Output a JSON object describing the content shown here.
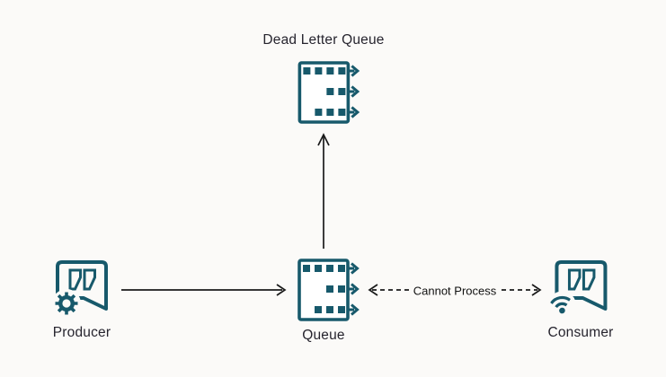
{
  "diagram": {
    "title_visible": false,
    "background_color": "#FBFAF8",
    "accent_color": "#17596B",
    "arrow_color": "#1A1A1A",
    "text_color": "#26242E",
    "nodes": [
      {
        "id": "dead-letter-queue",
        "label": "Dead Letter Queue",
        "icon": "queue-icon"
      },
      {
        "id": "producer",
        "label": "Producer",
        "icon": "message-gear-bubble-icon"
      },
      {
        "id": "queue",
        "label": "Queue",
        "icon": "queue-icon"
      },
      {
        "id": "consumer",
        "label": "Consumer",
        "icon": "message-wifi-bubble-icon"
      }
    ],
    "edges": [
      {
        "from": "producer",
        "to": "queue",
        "style": "solid",
        "direction": "forward",
        "label": ""
      },
      {
        "from": "queue",
        "to": "dead-letter-queue",
        "style": "solid",
        "direction": "forward",
        "label": ""
      },
      {
        "from": "queue",
        "to": "consumer",
        "style": "dashed",
        "direction": "both",
        "label": "Cannot Process"
      }
    ]
  }
}
